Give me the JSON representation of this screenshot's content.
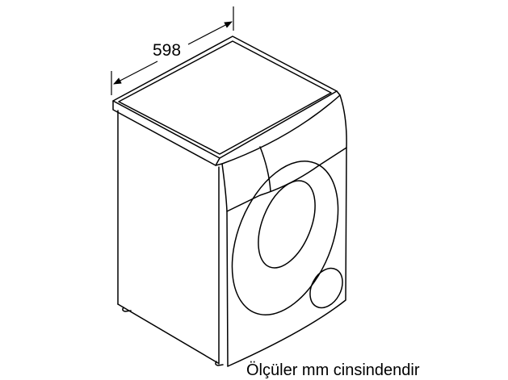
{
  "diagram": {
    "subject": "washing machine dimension drawing",
    "dimensions": {
      "width": {
        "value": "598"
      }
    },
    "caption": "Ölçüler mm cinsindendir",
    "colors": {
      "line": "#000000",
      "background": "#ffffff"
    }
  }
}
